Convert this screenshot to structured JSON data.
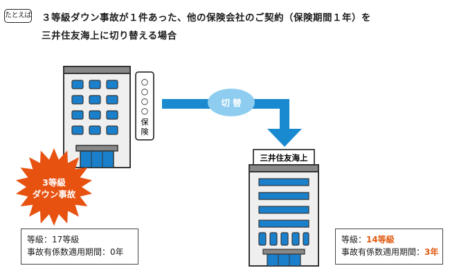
{
  "header": {
    "badge": "たとえば",
    "line1": "３等級ダウン事故が１件あった、他の保険会社のご契約（保険期間１年）を",
    "line2": "三井住友海上に切り替える場合"
  },
  "left_building": {
    "sign": "○○○○保険",
    "sign_chars": [
      "○",
      "○",
      "○",
      "○",
      "保",
      "険"
    ]
  },
  "starburst": {
    "line1": "3等級",
    "line2": "ダウン事故"
  },
  "switch_label": "切 替",
  "right_building": {
    "sign": "三井住友海上"
  },
  "left_info": {
    "grade_label": "等級：",
    "grade_value": "17等級",
    "period_label": "事故有係数適用期間：",
    "period_value": "0年"
  },
  "right_info": {
    "grade_label": "等級：",
    "grade_value": "14等級",
    "period_label": "事故有係数適用期間：",
    "period_value": "3年"
  },
  "colors": {
    "arrow": "#1a8ad0",
    "bubble": "#8ecdf0",
    "starburst": "#e85210",
    "window": "#1a80cc",
    "building_light": "#f0f0f0",
    "building_dark": "#888888",
    "highlight": "#e05a10"
  }
}
